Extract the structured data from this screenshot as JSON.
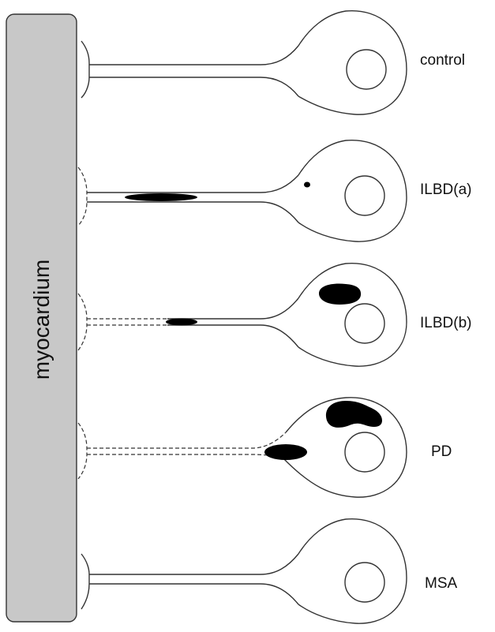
{
  "tissue_label": "myocardium",
  "rows": [
    {
      "label": "control"
    },
    {
      "label": "ILBD(a)"
    },
    {
      "label": "ILBD(b)"
    },
    {
      "label": "PD"
    },
    {
      "label": "MSA"
    }
  ],
  "colors": {
    "myocardium_fill": "#c8c8c8",
    "outline": "#333333",
    "aggregate": "#000000"
  }
}
